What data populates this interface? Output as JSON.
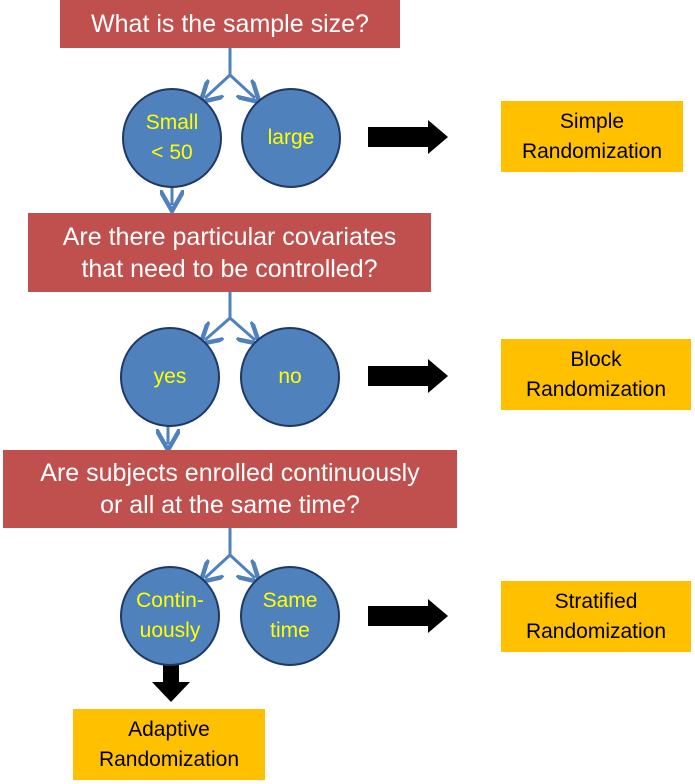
{
  "questions": {
    "q1": "What is the sample size?",
    "q2": "Are there particular covariates\nthat need to be controlled?",
    "q3": "Are subjects enrolled continuously\nor all at the same time?"
  },
  "options": {
    "q1_left": "Small\n< 50",
    "q1_right": "large",
    "q2_left": "yes",
    "q2_right": "no",
    "q3_left": "Contin-\nuously",
    "q3_right": "Same\ntime"
  },
  "results": {
    "simple": "Simple\nRandomization",
    "block": "Block\nRandomization",
    "stratified": "Stratified\nRandomization",
    "adaptive": "Adaptive\nRandomization"
  },
  "colors": {
    "question_box": "#c0504d",
    "option_circle": "#4f81bd",
    "option_text": "#ffff00",
    "result_box": "#ffc000",
    "connector": "#4f81bd",
    "arrow": "#000000"
  }
}
